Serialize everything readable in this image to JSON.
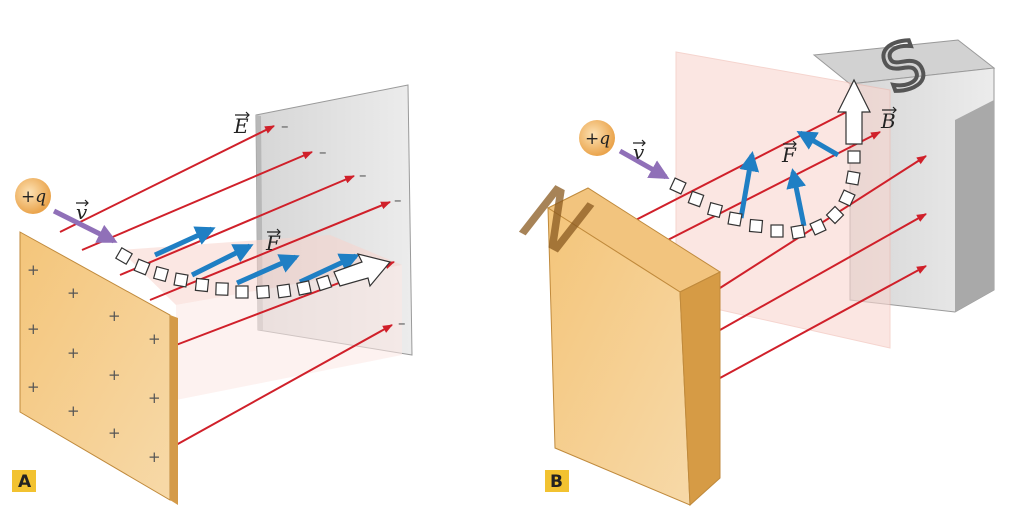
{
  "panel_a": {
    "label": "A",
    "field_label": "E",
    "force_label": "F",
    "velocity_label": "v",
    "charge_label": "+q",
    "plus_sign": "+",
    "minus_sign": "–"
  },
  "panel_b": {
    "label": "B",
    "field_label": "B",
    "force_label": "F",
    "velocity_label": "v",
    "charge_label": "+q",
    "north_label": "N",
    "south_label": "S"
  },
  "colors": {
    "field_line": "#d0202a",
    "force_arrow": "#1f7fc4",
    "velocity_arrow": "#9070b8",
    "positive_plate": "#f0b860",
    "negative_plate": "#c8c8c8",
    "label_box": "#f2c230"
  }
}
